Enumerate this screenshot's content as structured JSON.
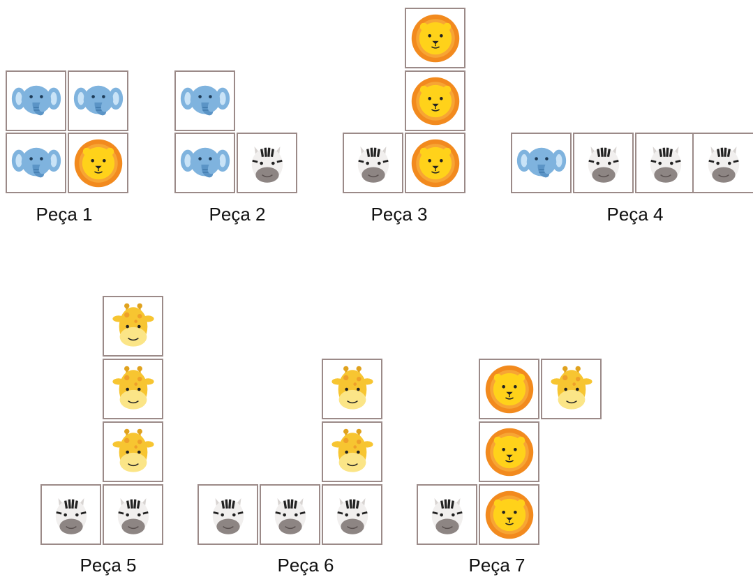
{
  "pieces": [
    {
      "label": "Peça 1",
      "tiles": [
        {
          "animal": "elephant-icon"
        },
        {
          "animal": "elephant-icon"
        },
        {
          "animal": "elephant-icon"
        },
        {
          "animal": "lion-icon"
        }
      ]
    },
    {
      "label": "Peça 2",
      "tiles": [
        {
          "animal": "elephant-icon"
        },
        {
          "animal": "elephant-icon"
        },
        {
          "animal": "zebra-icon"
        }
      ]
    },
    {
      "label": "Peça 3",
      "tiles": [
        {
          "animal": "lion-icon"
        },
        {
          "animal": "lion-icon"
        },
        {
          "animal": "zebra-icon"
        },
        {
          "animal": "lion-icon"
        }
      ]
    },
    {
      "label": "Peça 4",
      "tiles": [
        {
          "animal": "elephant-icon"
        },
        {
          "animal": "zebra-icon"
        },
        {
          "animal": "zebra-icon"
        },
        {
          "animal": "zebra-icon"
        }
      ]
    },
    {
      "label": "Peça 5",
      "tiles": [
        {
          "animal": "giraffe-icon"
        },
        {
          "animal": "giraffe-icon"
        },
        {
          "animal": "giraffe-icon"
        },
        {
          "animal": "zebra-icon"
        },
        {
          "animal": "zebra-icon"
        }
      ]
    },
    {
      "label": "Peça 6",
      "tiles": [
        {
          "animal": "giraffe-icon"
        },
        {
          "animal": "giraffe-icon"
        },
        {
          "animal": "zebra-icon"
        },
        {
          "animal": "zebra-icon"
        },
        {
          "animal": "zebra-icon"
        }
      ]
    },
    {
      "label": "Peça 7",
      "tiles": [
        {
          "animal": "lion-icon"
        },
        {
          "animal": "giraffe-icon"
        },
        {
          "animal": "lion-icon"
        },
        {
          "animal": "zebra-icon"
        },
        {
          "animal": "lion-icon"
        }
      ]
    }
  ],
  "colors": {
    "border": "#9b8a88",
    "elephant": "#7fb3de",
    "lion_mane": "#f28a1e",
    "lion_face": "#ffd21a",
    "giraffe": "#f7c531",
    "zebra_muzzle": "#8d8583"
  }
}
